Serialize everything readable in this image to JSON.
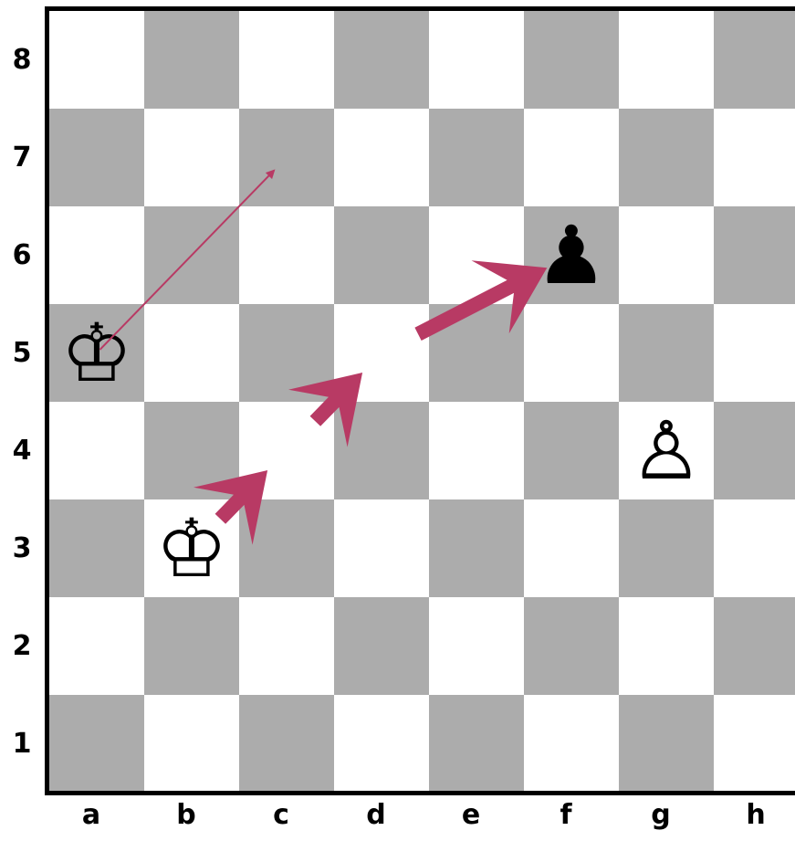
{
  "board": {
    "files": [
      "a",
      "b",
      "c",
      "d",
      "e",
      "f",
      "g",
      "h"
    ],
    "ranks": [
      "8",
      "7",
      "6",
      "5",
      "4",
      "3",
      "2",
      "1"
    ],
    "colors": {
      "light": "#ffffff",
      "dark": "#acacac",
      "arrow": "#b83a64"
    },
    "pieces": [
      {
        "square": "a5",
        "type": "king",
        "color": "white",
        "glyph": "♔",
        "icon": "white-king-icon"
      },
      {
        "square": "b3",
        "type": "king",
        "color": "white",
        "glyph": "♔",
        "icon": "white-king-icon"
      },
      {
        "square": "f6",
        "type": "pawn",
        "color": "black",
        "glyph": "♟",
        "icon": "black-pawn-icon"
      },
      {
        "square": "g4",
        "type": "pawn",
        "color": "white",
        "glyph": "♙",
        "icon": "white-pawn-icon"
      }
    ],
    "arrows": [
      {
        "from": "a5",
        "to": "c7",
        "style": "thin"
      },
      {
        "from": "b3",
        "to": "c4",
        "style": "thick"
      },
      {
        "from": "c4",
        "to": "d5",
        "style": "thick"
      },
      {
        "from": "d5",
        "to": "f6",
        "style": "thick"
      }
    ]
  }
}
